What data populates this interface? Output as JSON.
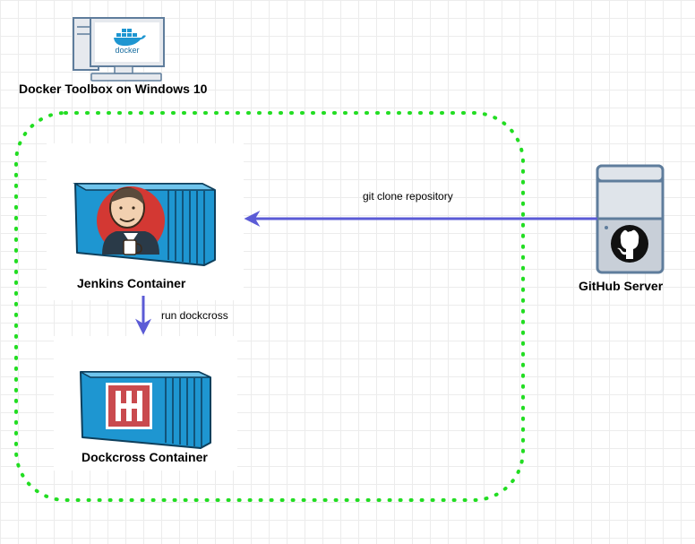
{
  "diagram": {
    "host": {
      "label": "Docker Toolbox on Windows 10",
      "screen_logo_text": "docker",
      "icon": "desktop-computer-icon"
    },
    "jenkins": {
      "label": "Jenkins Container",
      "icon": "jenkins-container-icon"
    },
    "dockcross": {
      "label": "Dockcross Container",
      "icon": "dockcross-container-icon"
    },
    "github": {
      "label": "GitHub Server",
      "icon": "github-server-icon"
    },
    "edges": {
      "clone": {
        "label": "git clone repository"
      },
      "run": {
        "label": "run dockcross"
      }
    },
    "colors": {
      "boundary": "#22dd22",
      "arrow": "#5b5bd6",
      "container_blue": "#1e96d1",
      "server_gray": "#c8cfd8",
      "server_outline": "#5f7d9c"
    }
  }
}
